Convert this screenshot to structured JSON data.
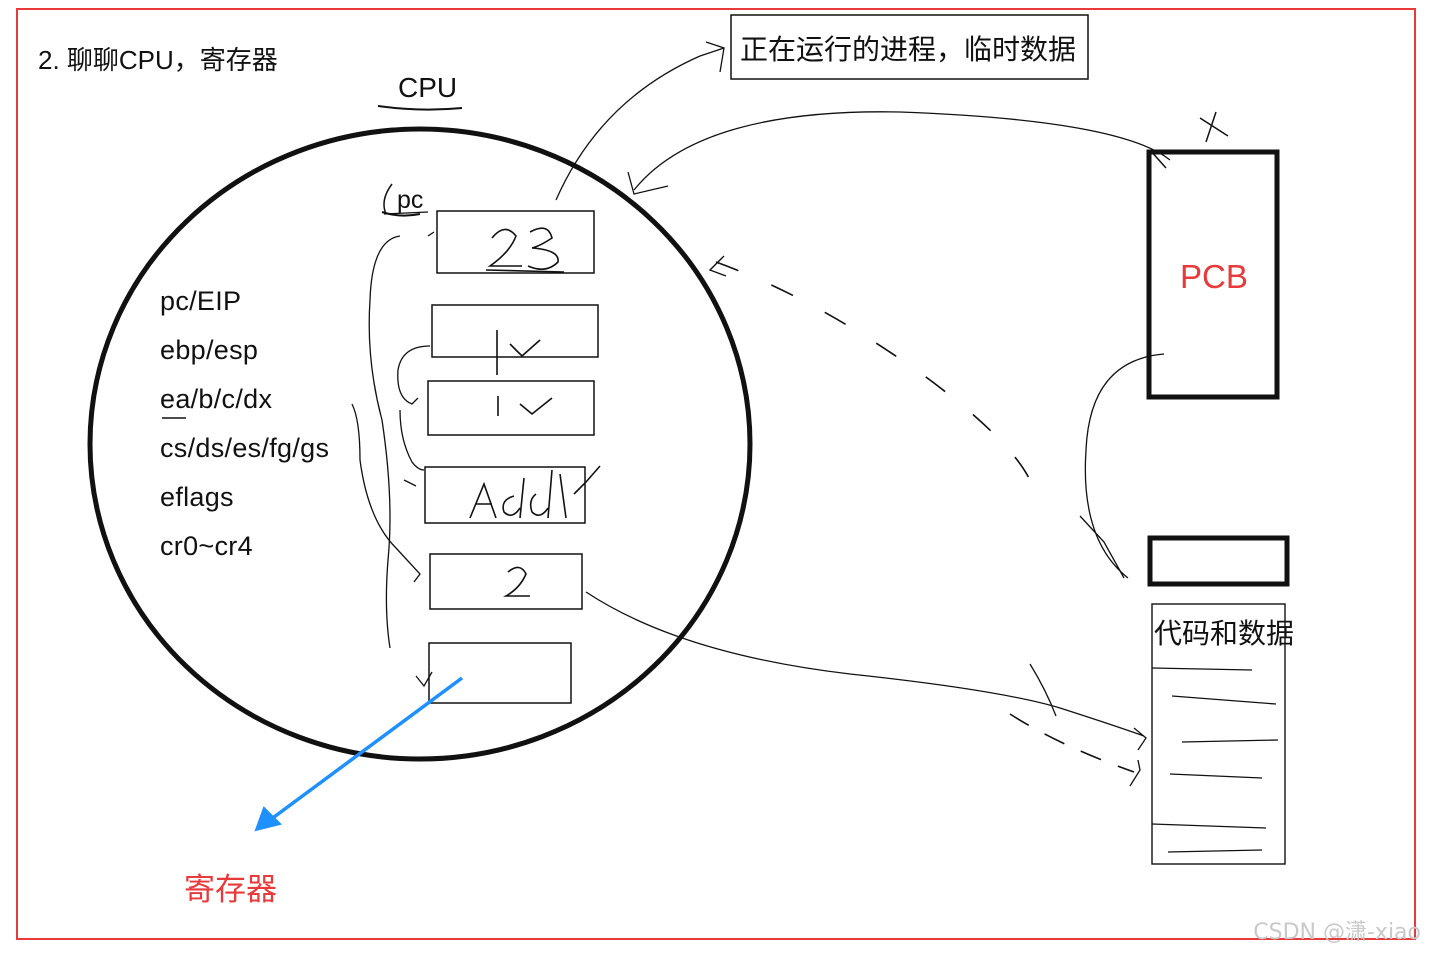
{
  "title": "2. 聊聊CPU，寄存器",
  "cpu_label": "CPU",
  "pc_label": "pc",
  "registers": [
    "pc/EIP",
    "ebp/esp",
    "ea/b/c/dx",
    "cs/ds/es/fg/gs",
    "eflags",
    "cr0~cr4"
  ],
  "note": "正在运行的进程，临时数据",
  "pcb_label": "PCB",
  "code_data_label": "代码和数据",
  "register_caption": "寄存器",
  "watermark": "CSDN @潇-xiao",
  "colors": {
    "frame": "#e8393b",
    "accent_red": "#e8393b",
    "arrow_blue": "#1e90ff",
    "ink": "#111111"
  }
}
